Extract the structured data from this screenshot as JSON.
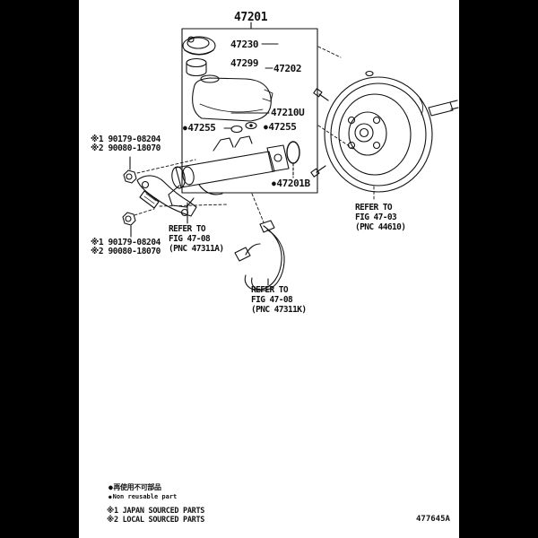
{
  "page": {
    "title_part_number": "47201",
    "footer_code": "477645A"
  },
  "diagram": {
    "bullet_icon": "●",
    "labels": {
      "cap": "47230",
      "filter": "47299",
      "reservoir": "47202",
      "reservoir_hose": "47210U",
      "grommet_left": "47255",
      "grommet_right": "47255",
      "o_ring": "47201B"
    },
    "nut_notes_upper": {
      "line1": "※1 90179-08204",
      "line2": "※2 90080-18070"
    },
    "nut_notes_lower": {
      "line1": "※1 90179-08204",
      "line2": "※2 90080-18070"
    },
    "refer_bracket": {
      "line1": "REFER TO",
      "line2": "FIG 47-08",
      "line3": "(PNC 47311A)"
    },
    "refer_booster": {
      "line1": "REFER TO",
      "line2": "FIG 47-03",
      "line3": "(PNC 44610)"
    },
    "refer_pipe": {
      "line1": "REFER TO",
      "line2": "FIG 47-08",
      "line3": "(PNC 47311K)"
    }
  },
  "legend": {
    "bullet_icon": "●",
    "non_reusable_jp": "再使用不可部品",
    "non_reusable_en": "Non reusable part",
    "source_note_1": "※1 JAPAN SOURCED PARTS",
    "source_note_2": "※2 LOCAL SOURCED PARTS"
  },
  "colors": {
    "ink": "#111111",
    "paper": "#ffffff",
    "matte": "#000000"
  }
}
